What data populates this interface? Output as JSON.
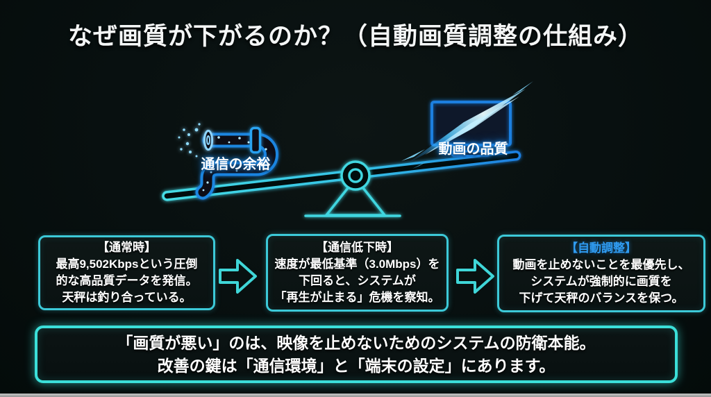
{
  "title": "なぜ画質が下がるのか？（自動画質調整の仕組み）",
  "diagram": {
    "left_label": "通信の余裕",
    "right_label": "動画の品質",
    "icons": {
      "left": "data-pipe-icon",
      "center": "seesaw-fulcrum-icon",
      "right": "tv-light-streaks-icon"
    }
  },
  "steps": [
    {
      "header": "【通常時】",
      "header_color": "#ffffff",
      "lines": [
        "最高9,502Kbpsという圧倒",
        "的な高品質データを発信。",
        "天秤は釣り合っている。"
      ]
    },
    {
      "header": "【通信低下時】",
      "header_color": "#ffffff",
      "lines": [
        "速度が最低基準（3.0Mbps）を",
        "下回ると、システムが",
        "「再生が止まる」危機を察知。"
      ]
    },
    {
      "header": "【自動調整】",
      "header_color": "#2f9bf0",
      "lines": [
        "動画を止めないことを最優先し、",
        "システムが強制的に画質を",
        "下げて天秤のバランスを保つ。"
      ]
    }
  ],
  "footer": {
    "lines": [
      "「画質が悪い」のは、映像を止めないためのシステムの防衛本能。",
      "改善の鍵は「通信環境」と「端末の設定」にあります。"
    ]
  },
  "accents": {
    "background": "#081010",
    "box_border_cyan": "#3cc9d8",
    "banner_border_cyan": "#3bdfd9",
    "neon_teal": "#3fd6e0",
    "neon_blue": "#1e88e5",
    "step3_header_blue": "#2f9bf0",
    "text_white": "#ffffff",
    "bottom_strip_gray": "#b2b2b2"
  }
}
